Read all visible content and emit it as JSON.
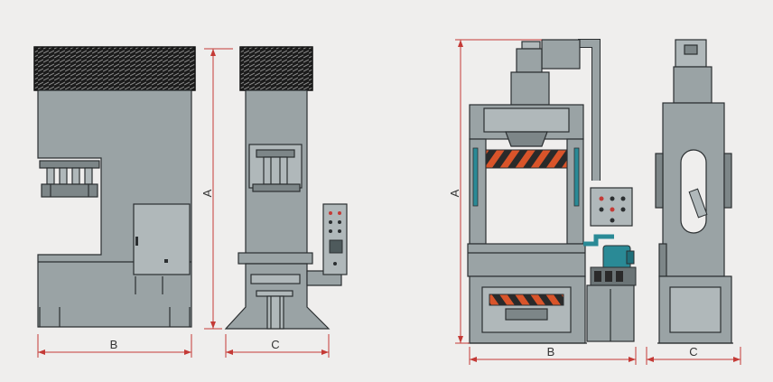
{
  "diagram": {
    "dimension_labels": {
      "left_height": "A",
      "left_front_width": "B",
      "left_side_width": "C",
      "right_height": "A",
      "right_front_width": "B",
      "right_side_width": "C"
    },
    "colors": {
      "background": "#efeeed",
      "machine_body": "#9aa3a5",
      "machine_dark": "#7d8688",
      "vent_panel": "#1c1c1c",
      "dimension_line": "#c43a36",
      "pump_motor": "#2a8a96",
      "warning_stripe_orange": "#d9542a",
      "warning_stripe_dark": "#2a2a2a"
    },
    "views": [
      "c-frame-press-front",
      "c-frame-press-side",
      "h-frame-press-front",
      "h-frame-press-side"
    ]
  }
}
